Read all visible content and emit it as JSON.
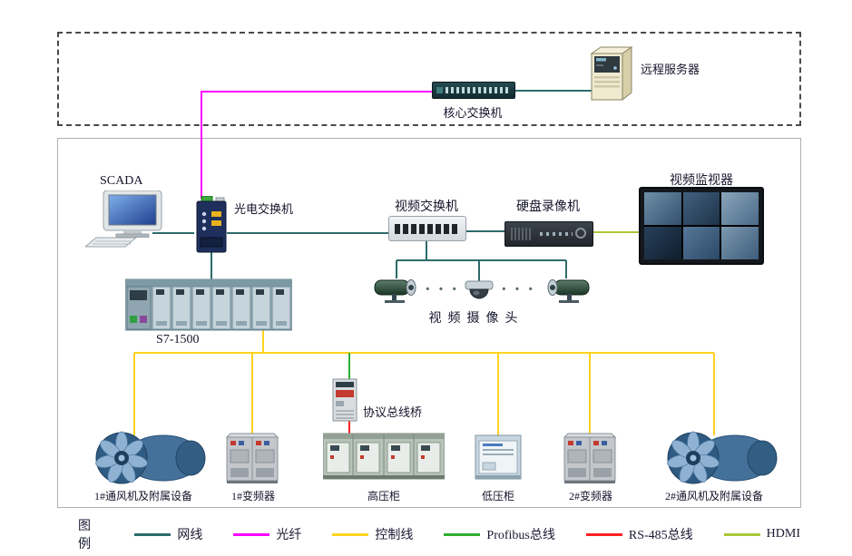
{
  "colors": {
    "network": "#2E6B6B",
    "fiber": "#FF00FF",
    "control": "#FFD21E",
    "profibus": "#2FAE2F",
    "rs485": "#FF2222",
    "hdmi": "#A9C837"
  },
  "top_section": {
    "core_switch_label": "核心交换机",
    "remote_server_label": "远程服务器"
  },
  "main_section": {
    "scada_label": "SCADA",
    "optical_switch_label": "光电交换机",
    "video_switch_label": "视频交换机",
    "dvr_label": "硬盘录像机",
    "monitor_label": "视频监视器",
    "plc_label": "S7-1500",
    "cameras_label": "视频摄像头",
    "camera_dots": "···",
    "bridge_label": "协议总线桥",
    "bottom_devices": [
      {
        "label": "1#通风机及附属设备"
      },
      {
        "label": "1#变频器"
      },
      {
        "label": "高压柜"
      },
      {
        "label": "低压柜"
      },
      {
        "label": "2#变频器"
      },
      {
        "label": "2#通风机及附属设备"
      }
    ]
  },
  "legend": {
    "title": "图 例",
    "items": [
      {
        "label": "网线"
      },
      {
        "label": "光纤"
      },
      {
        "label": "控制线"
      },
      {
        "label": "Profibus总线"
      },
      {
        "label": "RS-485总线"
      },
      {
        "label": "HDMI"
      }
    ]
  }
}
